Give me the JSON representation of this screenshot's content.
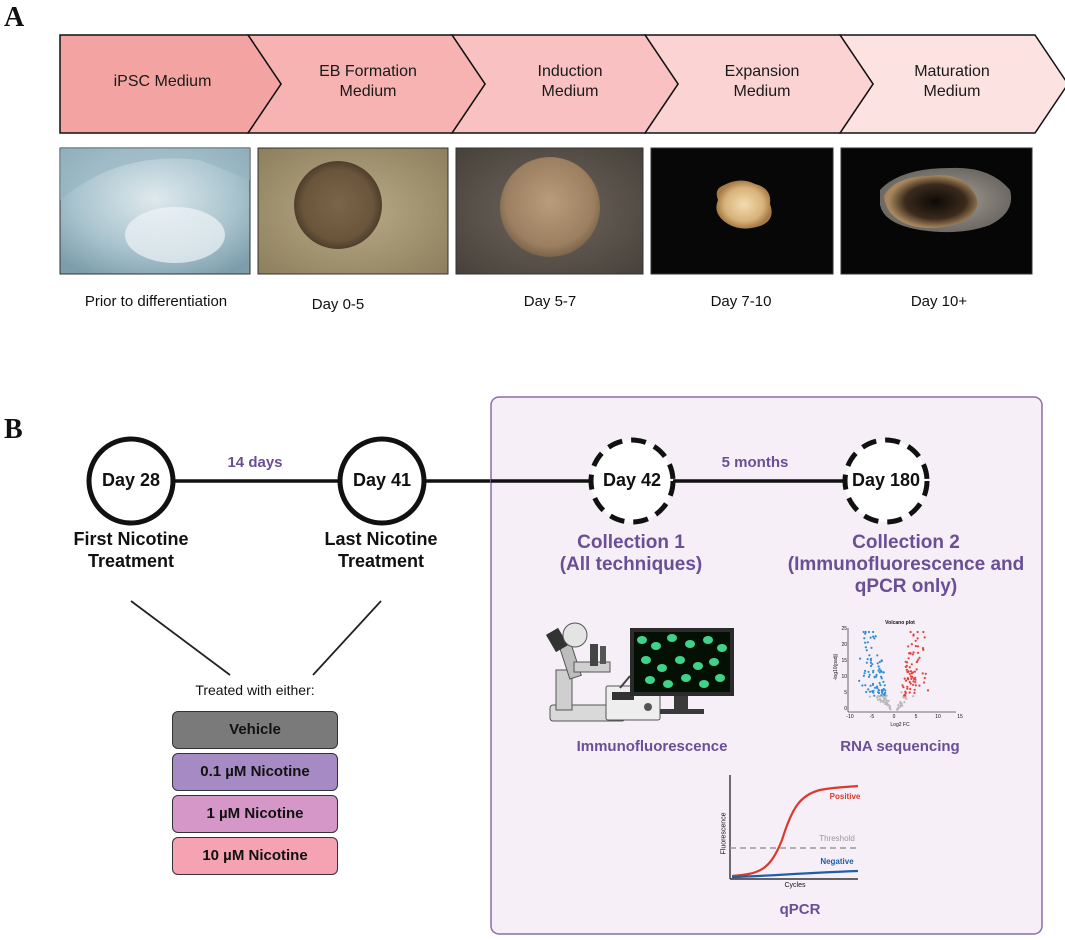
{
  "panel_a": {
    "letter": "A",
    "stages": [
      {
        "label": "iPSC Medium",
        "color": "#f4a3a3"
      },
      {
        "label": "EB Formation\nMedium",
        "color": "#f7b2b2"
      },
      {
        "label": "Induction\nMedium",
        "color": "#f9c1c1"
      },
      {
        "label": "Expansion\nMedium",
        "color": "#fbd3d3"
      },
      {
        "label": "Maturation\nMedium",
        "color": "#fde2e2"
      }
    ],
    "captions": [
      "Prior to differentiation",
      "Day 0-5",
      "Day 5-7",
      "Day 7-10",
      "Day 10+"
    ]
  },
  "panel_b": {
    "letter": "B",
    "nodes": [
      {
        "label": "Day 28",
        "style": "solid"
      },
      {
        "label": "Day 41",
        "style": "solid"
      },
      {
        "label": "Day 42",
        "style": "dashed"
      },
      {
        "label": "Day 180",
        "style": "dashed"
      }
    ],
    "intervals": [
      "14 days",
      "5 months"
    ],
    "first_treatment": "First Nicotine\nTreatment",
    "last_treatment": "Last Nicotine\nTreatment",
    "collection1": "Collection 1\n(All techniques)",
    "collection2": "Collection 2\n(Immunofluorescence and\nqPCR only)",
    "treated_with": "Treated with either:",
    "treatments": [
      {
        "label": "Vehicle",
        "color": "#7a7a7a"
      },
      {
        "label": "0.1 µM Nicotine",
        "color": "#a58ac4"
      },
      {
        "label": "1 µM Nicotine",
        "color": "#d597c8"
      },
      {
        "label": "10 µM Nicotine",
        "color": "#f5a3b2"
      }
    ],
    "techniques": {
      "immuno": "Immunofluorescence",
      "rnaseq": "RNA sequencing",
      "qpcr": "qPCR"
    },
    "volcano": {
      "title": "Volcano plot",
      "xlabel": "Log2 FC",
      "ylabel": "-log10(padj)",
      "xticks": [
        "-10",
        "-5",
        "0",
        "5",
        "10",
        "15"
      ],
      "yticks": [
        "25",
        "20",
        "15",
        "10",
        "5",
        "0"
      ]
    },
    "qpcr_plot": {
      "positive": "Positive",
      "threshold": "Threshold",
      "negative": "Negative",
      "xlabel": "Cycles",
      "ylabel": "Fluorescence"
    },
    "colors": {
      "purple_text": "#6a4f96",
      "box_fill": "#f6eff7",
      "box_border": "#8a6fa8"
    }
  }
}
